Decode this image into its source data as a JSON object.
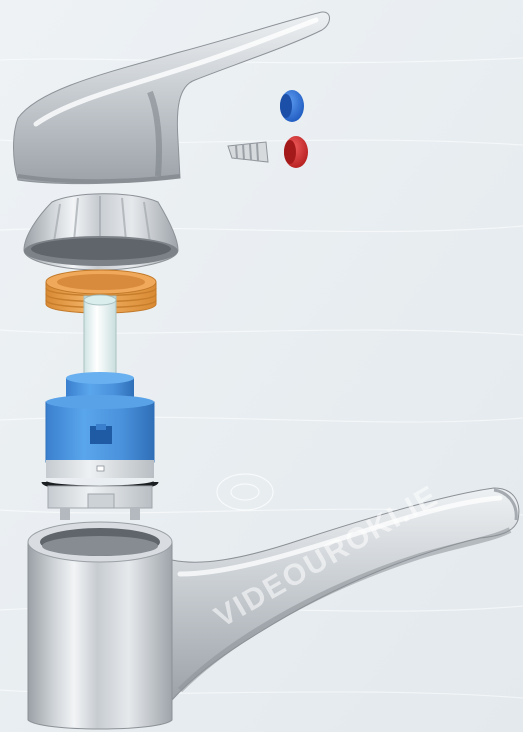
{
  "watermark": {
    "text": "VIDEOUROKI.IE"
  },
  "colors": {
    "background": "#e9eef1",
    "chrome_light": "#dfe3e7",
    "chrome_mid": "#b9bec4",
    "chrome_dark": "#8c9197",
    "cartridge_blue": "#4a92dc",
    "cartridge_blue_dark": "#2f6fb8",
    "nut_orange": "#e8a14a",
    "cap_blue": "#2e6ed2",
    "cap_red": "#d63232",
    "stem_white": "#eef6f6"
  },
  "parts": [
    {
      "name": "lever-handle"
    },
    {
      "name": "blue-indicator-cap"
    },
    {
      "name": "red-indicator-cap"
    },
    {
      "name": "set-screw"
    },
    {
      "name": "dome-cover"
    },
    {
      "name": "threaded-nut"
    },
    {
      "name": "cartridge-stem"
    },
    {
      "name": "ceramic-cartridge"
    },
    {
      "name": "o-ring"
    },
    {
      "name": "cartridge-base"
    },
    {
      "name": "faucet-body"
    },
    {
      "name": "spout"
    }
  ]
}
